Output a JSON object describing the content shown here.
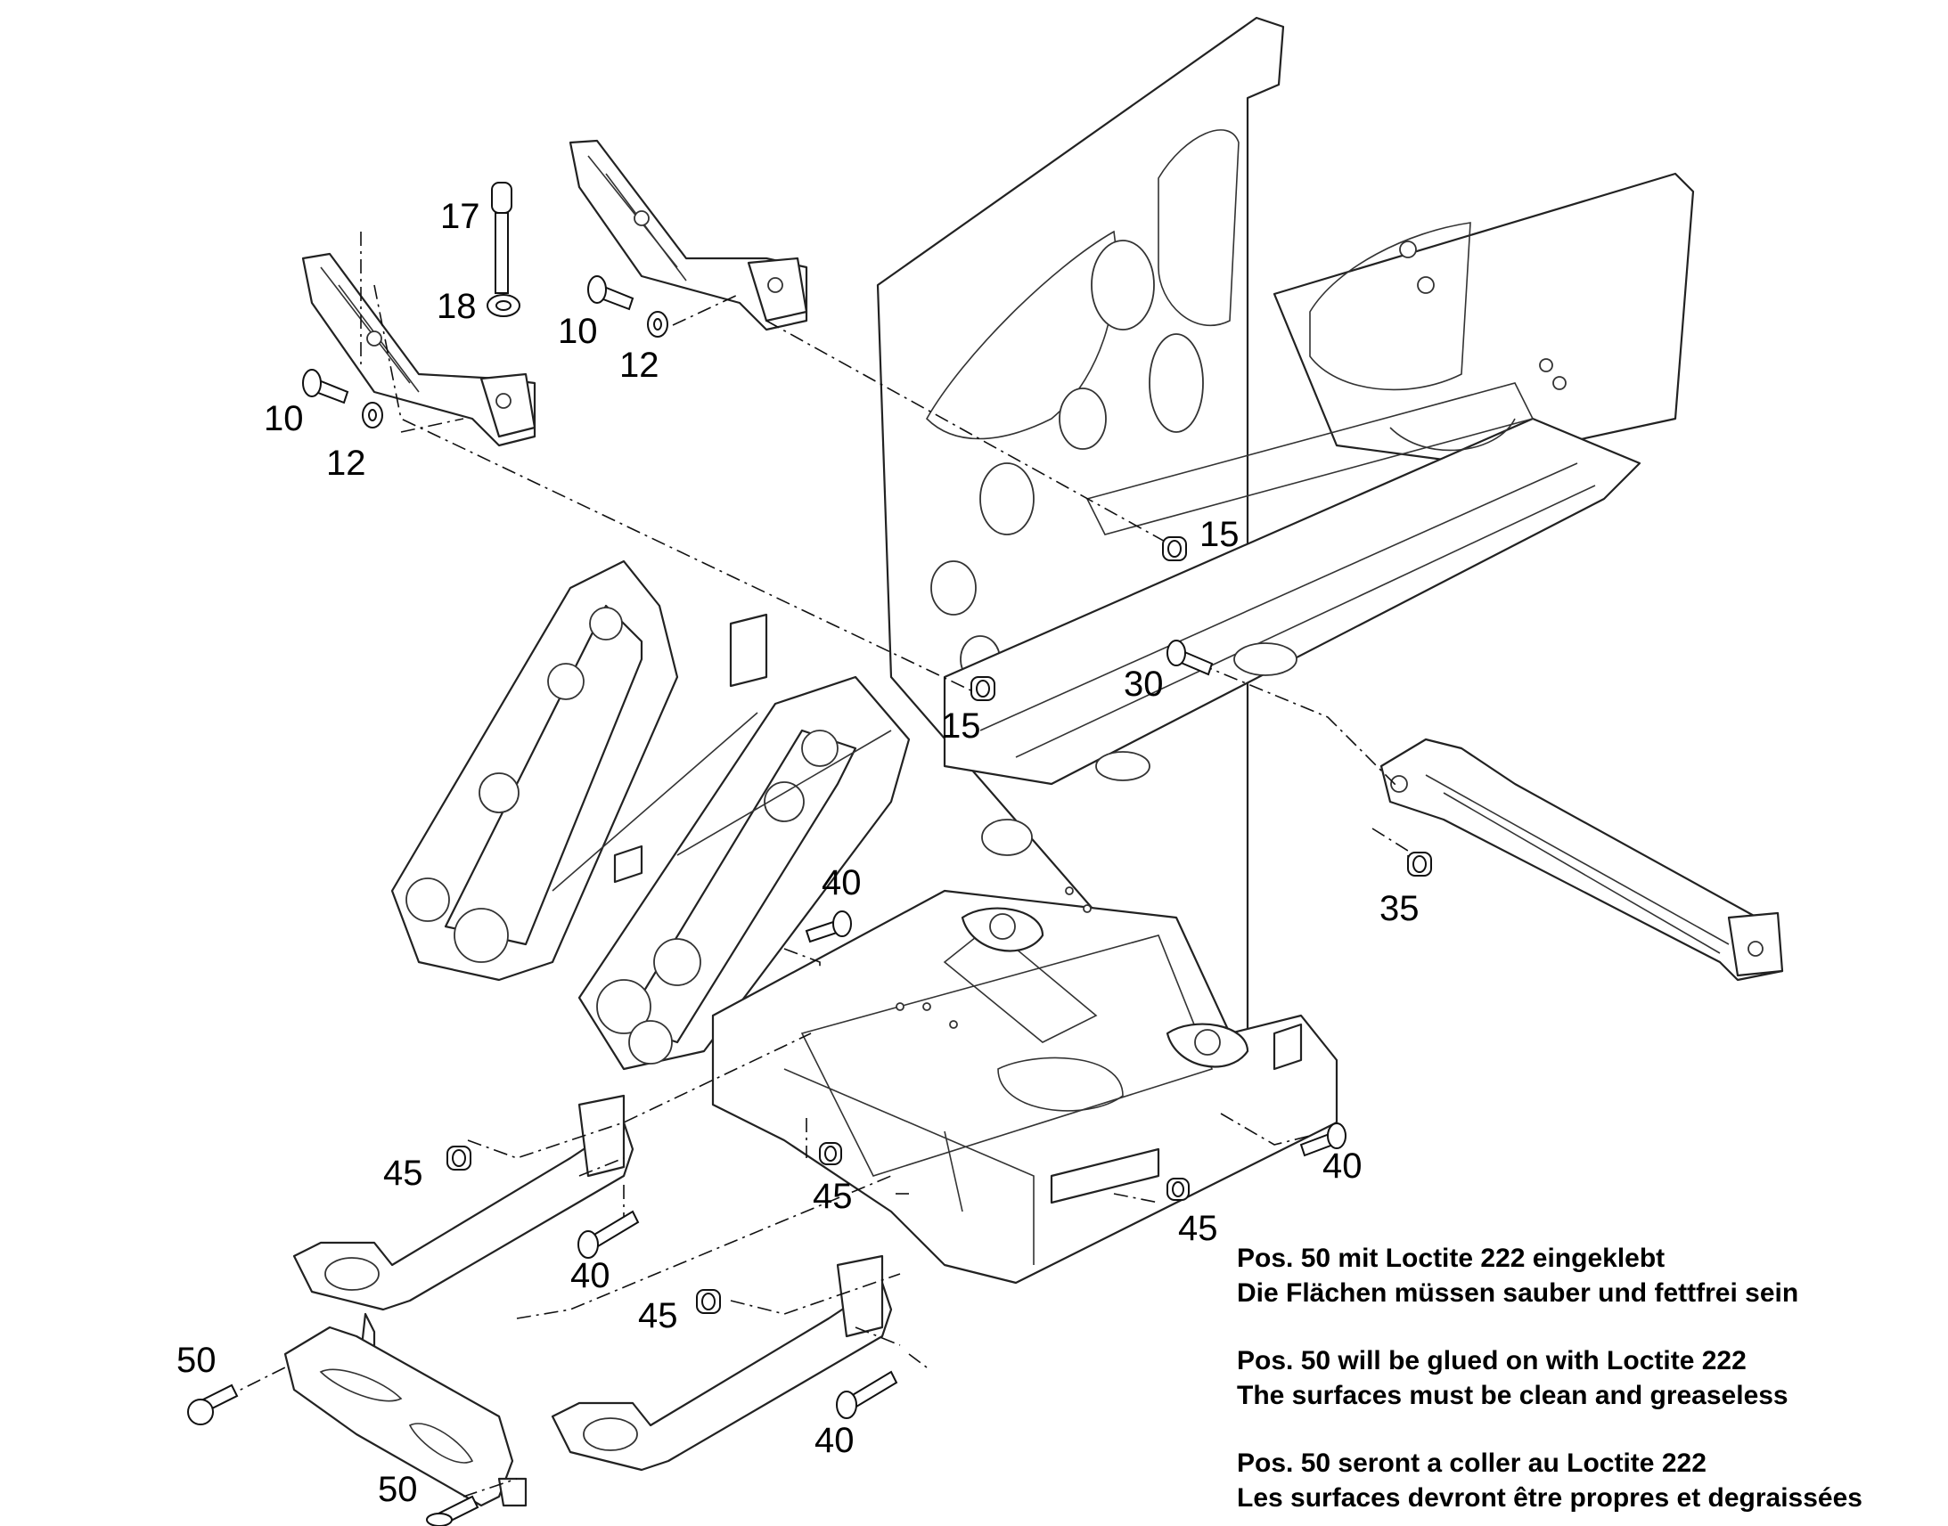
{
  "callouts": [
    {
      "id": "c17",
      "text": "17"
    },
    {
      "id": "c18",
      "text": "18"
    },
    {
      "id": "c10a",
      "text": "10"
    },
    {
      "id": "c12a",
      "text": "12"
    },
    {
      "id": "c10b",
      "text": "10"
    },
    {
      "id": "c12b",
      "text": "12"
    },
    {
      "id": "c15a",
      "text": "15"
    },
    {
      "id": "c15b",
      "text": "15"
    },
    {
      "id": "c30",
      "text": "30"
    },
    {
      "id": "c35",
      "text": "35"
    },
    {
      "id": "c40a",
      "text": "40"
    },
    {
      "id": "c40b",
      "text": "40"
    },
    {
      "id": "c40c",
      "text": "40"
    },
    {
      "id": "c40d",
      "text": "40"
    },
    {
      "id": "c45a",
      "text": "45"
    },
    {
      "id": "c45b",
      "text": "45"
    },
    {
      "id": "c45c",
      "text": "45"
    },
    {
      "id": "c45d",
      "text": "45"
    },
    {
      "id": "c50a",
      "text": "50"
    },
    {
      "id": "c50b",
      "text": "50"
    }
  ],
  "notes": {
    "de": {
      "line1": "Pos. 50 mit Loctite 222 eingeklebt",
      "line2": "Die Flächen müssen sauber und fettfrei sein"
    },
    "en": {
      "line1": "Pos. 50 will be glued on with Loctite 222",
      "line2": "The surfaces must be clean and greaseless"
    },
    "fr": {
      "line1": "Pos. 50 seront a coller au Loctite 222",
      "line2": "Les surfaces devront être propres et degraissées"
    }
  }
}
